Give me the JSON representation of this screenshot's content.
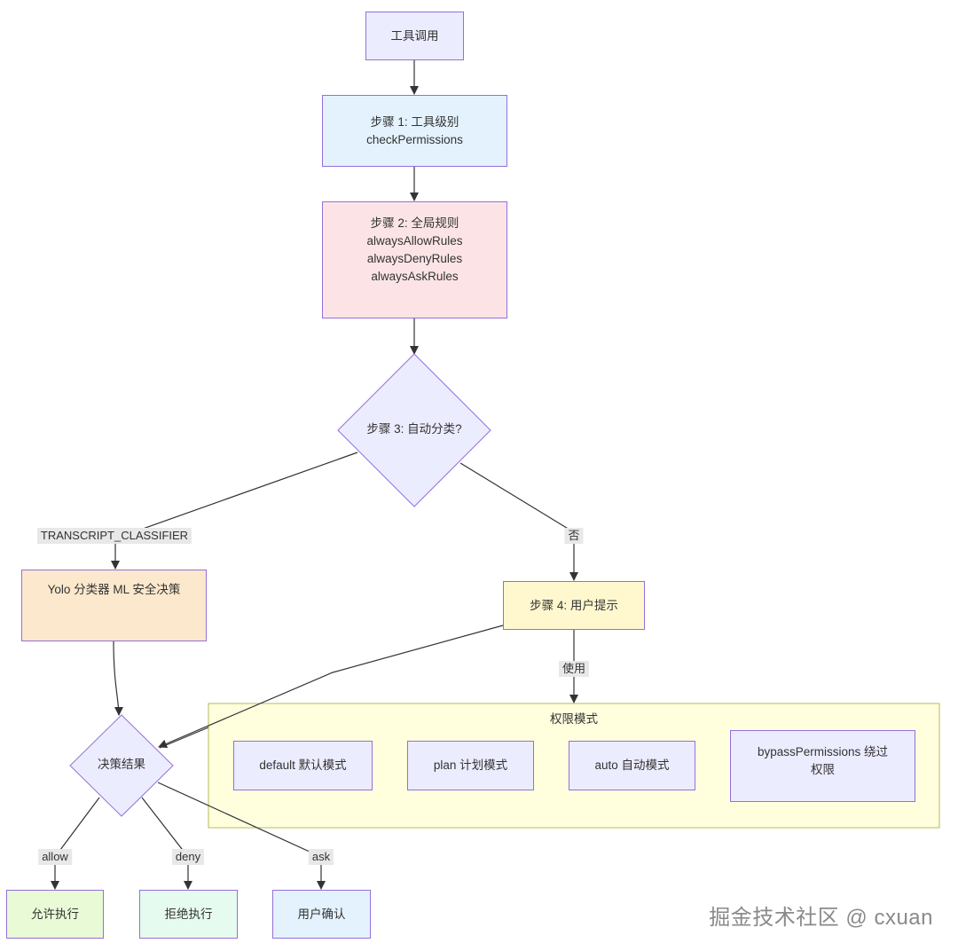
{
  "nodes": {
    "tool_call": "工具调用",
    "step1": "步骤 1: 工具级别\ncheckPermissions",
    "step2": "步骤 2: 全局规则\nalwaysAllowRules\nalwaysDenyRules\nalwaysAskRules",
    "step3": "步骤 3: 自动分类?",
    "yolo": "Yolo 分类器 ML 安全决策",
    "step4": "步骤 4: 用户提示",
    "decision": "决策结果",
    "allow_exec": "允许执行",
    "deny_exec": "拒绝执行",
    "user_confirm": "用户确认"
  },
  "cluster": {
    "title": "权限模式",
    "modes": [
      "default 默认模式",
      "plan 计划模式",
      "auto 自动模式",
      "bypassPermissions 绕过\n权限"
    ]
  },
  "edge_labels": {
    "classifier": "TRANSCRIPT_CLASSIFIER",
    "no": "否",
    "use": "使用",
    "allow": "allow",
    "deny": "deny",
    "ask": "ask"
  },
  "watermark": "掘金技术社区 @ cxuan",
  "colors": {
    "edge": "#333333",
    "node_border": "#9370db",
    "cluster_fill": "#ffffde",
    "cluster_border": "#b8b85a"
  }
}
